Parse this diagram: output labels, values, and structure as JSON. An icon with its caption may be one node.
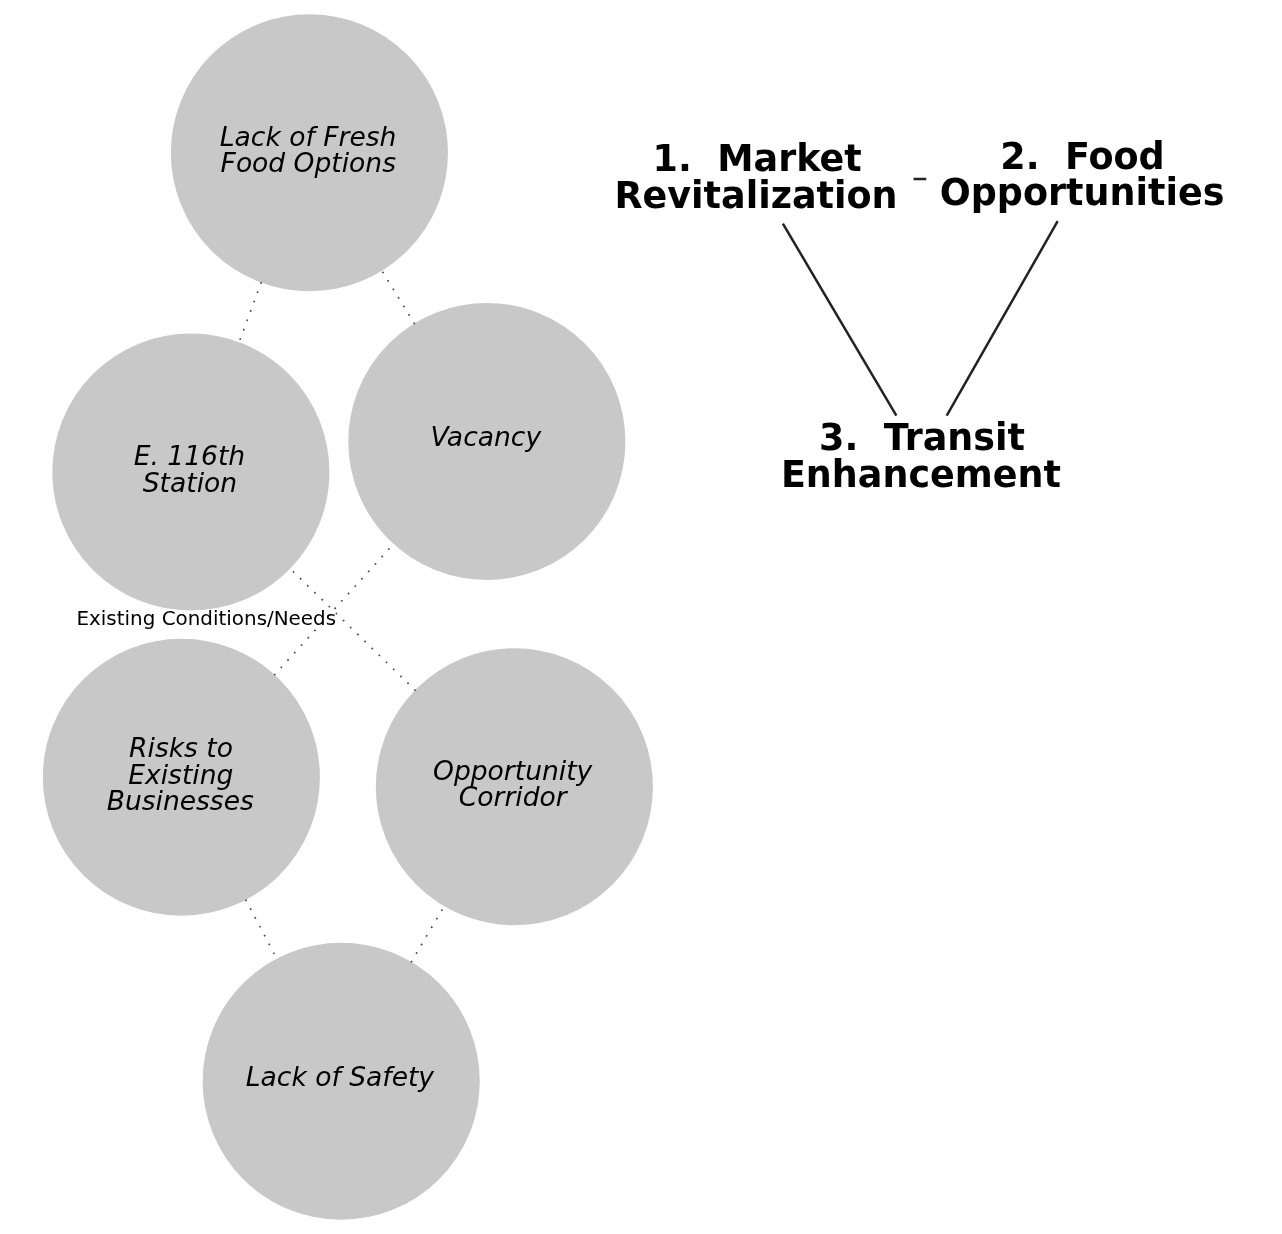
{
  "diagram": {
    "nodes": [
      {
        "text": [
          "Risks to Existing Businesses"
        ]
      },
      {
        "text": [
          "Vacancy"
        ]
      },
      {
        "text": [
          "Lack of Safety"
        ]
      },
      {
        "text": [
          "1.  Market Revitalization"
        ]
      },
      {
        "text": [
          "2.  Food Opportunities"
        ]
      },
      {
        "text": [
          "3.  Transit Enhancement"
        ]
      },
      {
        "text": [
          "Lack of Fresh Food Options"
        ]
      },
      {
        "text": [
          "Opportunity Corridor"
        ]
      },
      {
        "text": [
          "E. 116th Station"
        ]
      }
    ],
    "edges": [
      {
        "from": 0,
        "to": 1,
        "arrow": "none",
        "label": "Existing Conditions/Needs",
        "style": "dashed"
      },
      {
        "from": 0,
        "to": 2,
        "arrow": "none",
        "style": "dashed"
      },
      {
        "from": 1,
        "to": 6,
        "arrow": "none",
        "style": "dashed"
      },
      {
        "from": 2,
        "to": 7,
        "arrow": "none",
        "style": "dashed"
      },
      {
        "from": 6,
        "to": 8,
        "arrow": "none",
        "style": "dashed"
      },
      {
        "from": 7,
        "to": 8,
        "arrow": "none",
        "style": "dashed"
      },
      {
        "from": 3,
        "to": 4,
        "arrow": "none"
      },
      {
        "from": 3,
        "to": 5,
        "arrow": "none"
      },
      {
        "from": 4,
        "to": 5,
        "arrow": "none"
      }
    ]
  }
}
